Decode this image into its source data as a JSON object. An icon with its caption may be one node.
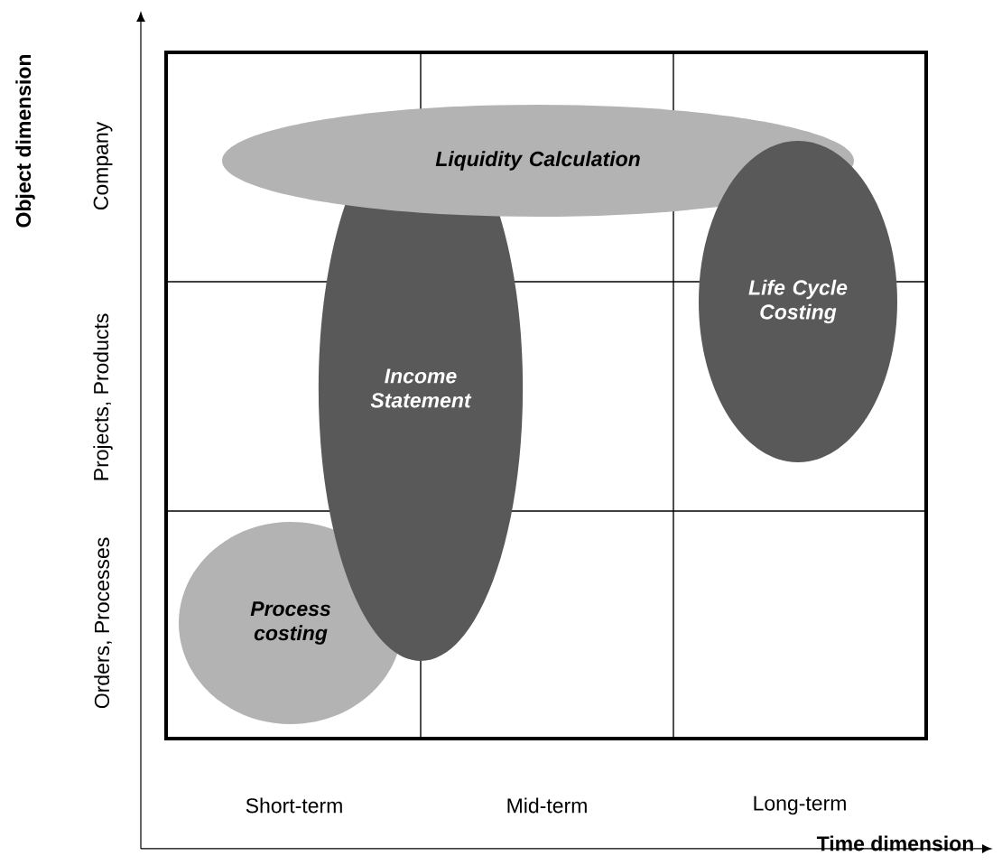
{
  "diagram": {
    "nodes": [
      {
        "text": [
          "Liquidity Calculation"
        ]
      },
      {
        "text": [
          "Income Statement"
        ]
      },
      {
        "text": [
          "Life Cycle Costing"
        ]
      },
      {
        "text": [
          "Process costing"
        ]
      }
    ],
    "labels": [
      "Object dimension",
      "Company",
      "Projects, Products",
      "Orders, Processes",
      "Short-term",
      "Mid-term",
      "Long-term",
      "Time dimension"
    ]
  }
}
